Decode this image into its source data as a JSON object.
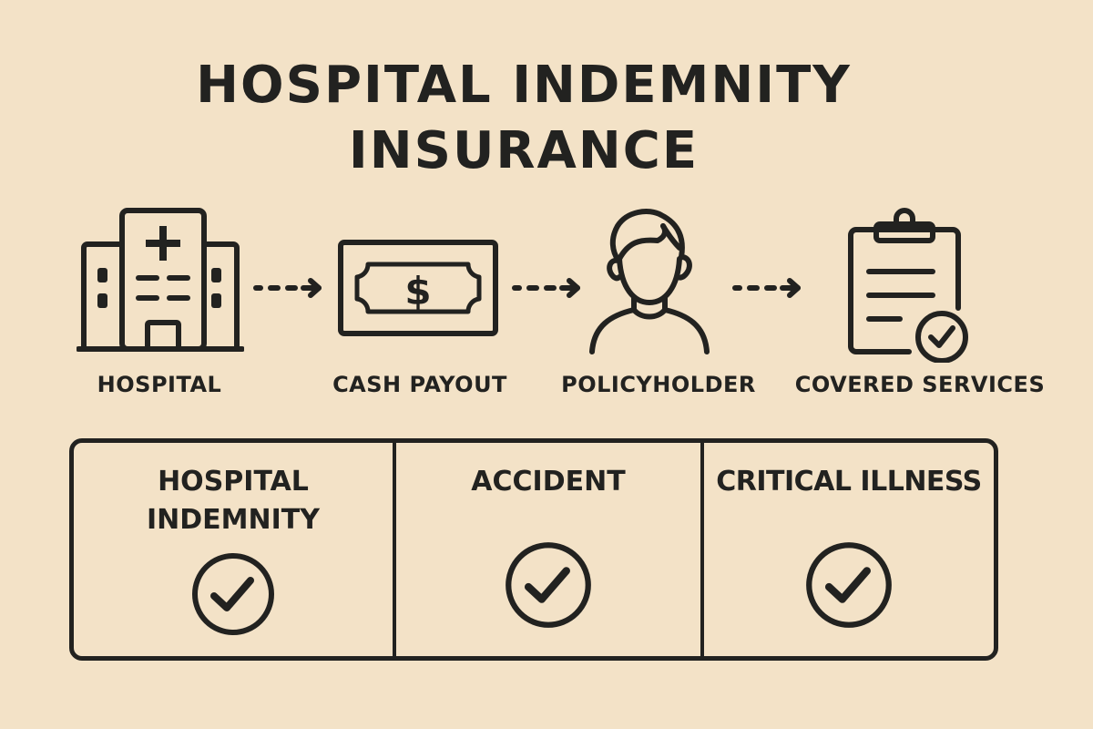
{
  "title": {
    "line1": "HOSPITAL INDEMNITY",
    "line2": "INSURANCE"
  },
  "flow": [
    {
      "label": "HOSPITAL",
      "icon": "hospital-building-icon"
    },
    {
      "label": "CASH PAYOUT",
      "icon": "dollar-bill-icon"
    },
    {
      "label": "POLICYHOLDER",
      "icon": "person-icon"
    },
    {
      "label": "COVERED SERVICES",
      "icon": "clipboard-check-icon"
    }
  ],
  "arrows": [
    "dashed-arrow-right-icon",
    "dashed-arrow-right-icon",
    "dashed-arrow-right-icon"
  ],
  "coverage": [
    {
      "line1": "HOSPITAL",
      "line2": "INDEMNITY",
      "icon": "checkmark-circle-icon"
    },
    {
      "line1": "ACCIDENT",
      "line2": "",
      "icon": "checkmark-circle-icon"
    },
    {
      "line1": "CRITICAL ILLNESS",
      "line2": "",
      "icon": "checkmark-circle-icon"
    }
  ],
  "colors": {
    "background": "#f3e2c7",
    "ink": "#222220"
  }
}
